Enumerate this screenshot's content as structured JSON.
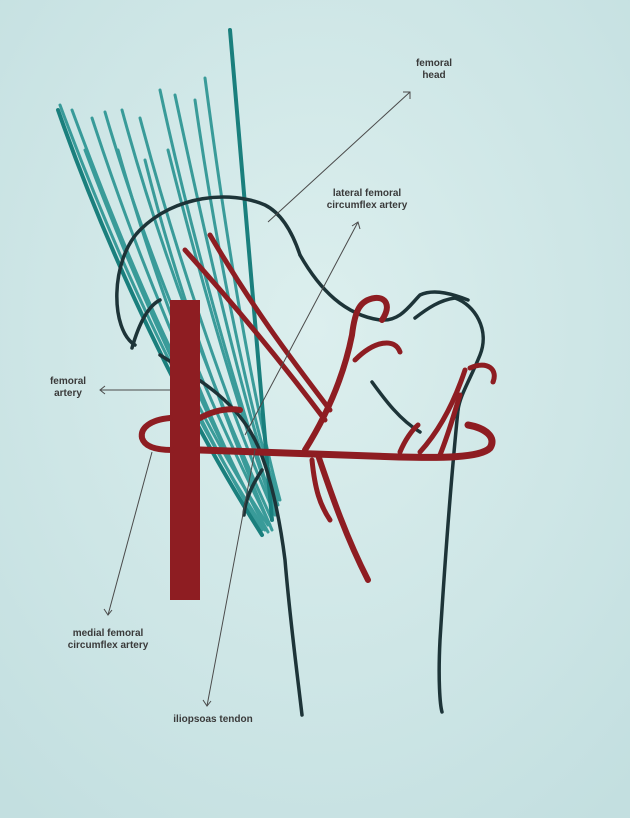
{
  "diagram": {
    "labels": {
      "femoral_head": [
        "femoral",
        "head"
      ],
      "lateral_femoral_circumflex_artery": [
        "lateral femoral",
        "circumflex artery"
      ],
      "femoral_artery": [
        "femoral",
        "artery"
      ],
      "medial_femoral_circumflex_artery": [
        "medial femoral",
        "circumflex artery"
      ],
      "iliopsoas_tendon": [
        "iliopsoas tendon"
      ]
    },
    "colors": {
      "paper": "#d2e8e8",
      "bone_outline": "#1d3438",
      "artery": "#8e1d22",
      "muscle_fibers": "#1f8e8c",
      "leader_lines": "#4a4a4a",
      "label_text": "#3a3a3a"
    }
  }
}
